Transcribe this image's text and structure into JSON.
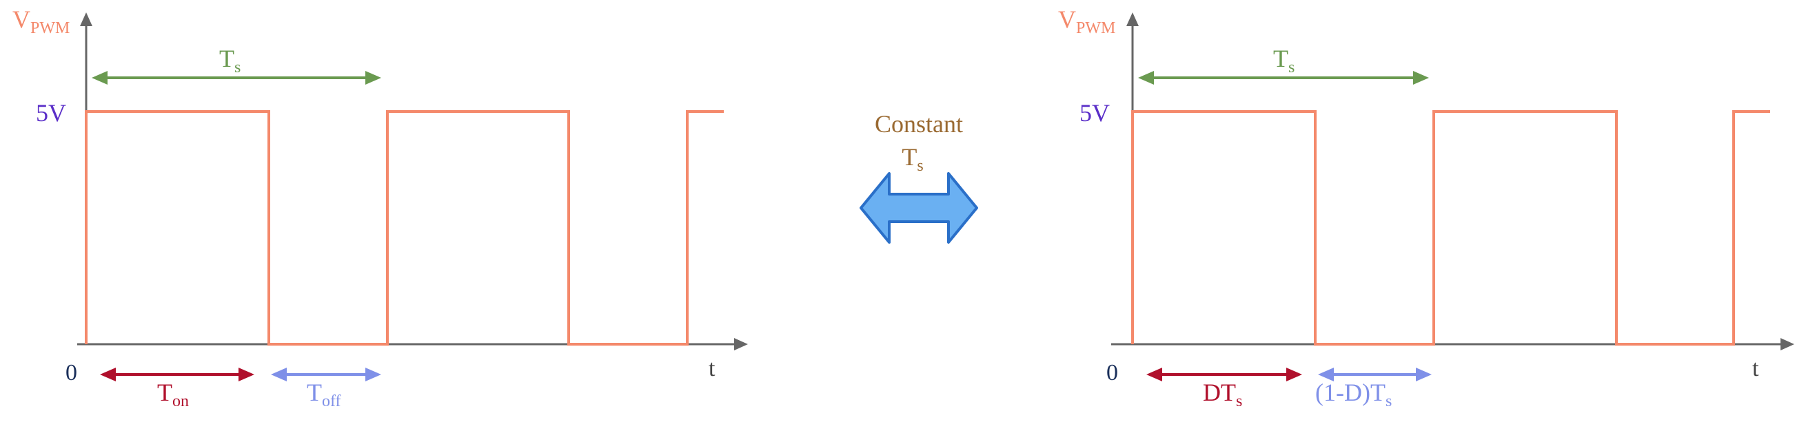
{
  "left_diagram": {
    "y_axis_label": "V",
    "y_axis_label_sub": "PWM",
    "level_label": "5V",
    "origin_label": "0",
    "x_axis_label": "t",
    "period_label": "T",
    "period_label_sub": "s",
    "on_label": "T",
    "on_label_sub": "on",
    "off_label": "T",
    "off_label_sub": "off"
  },
  "right_diagram": {
    "y_axis_label": "V",
    "y_axis_label_sub": "PWM",
    "level_label": "5V",
    "origin_label": "0",
    "x_axis_label": "t",
    "period_label": "T",
    "period_label_sub": "s",
    "on_label": "DT",
    "on_label_sub": "s",
    "off_label": "(1-D)T",
    "off_label_sub": "s"
  },
  "center": {
    "line1": "Constant",
    "line2": "T",
    "line2_sub": "s"
  },
  "colors": {
    "axis": "#666666",
    "waveform": "#f4896b",
    "y_label": "#f4896b",
    "level": "#5a2ec8",
    "origin": "#1a2f5a",
    "period": "#6a9a50",
    "on": "#b0102c",
    "off": "#7f90e8",
    "center_text": "#9a6a32",
    "double_arrow_fill": "#6ab0f2",
    "double_arrow_stroke": "#2a6fc8"
  }
}
